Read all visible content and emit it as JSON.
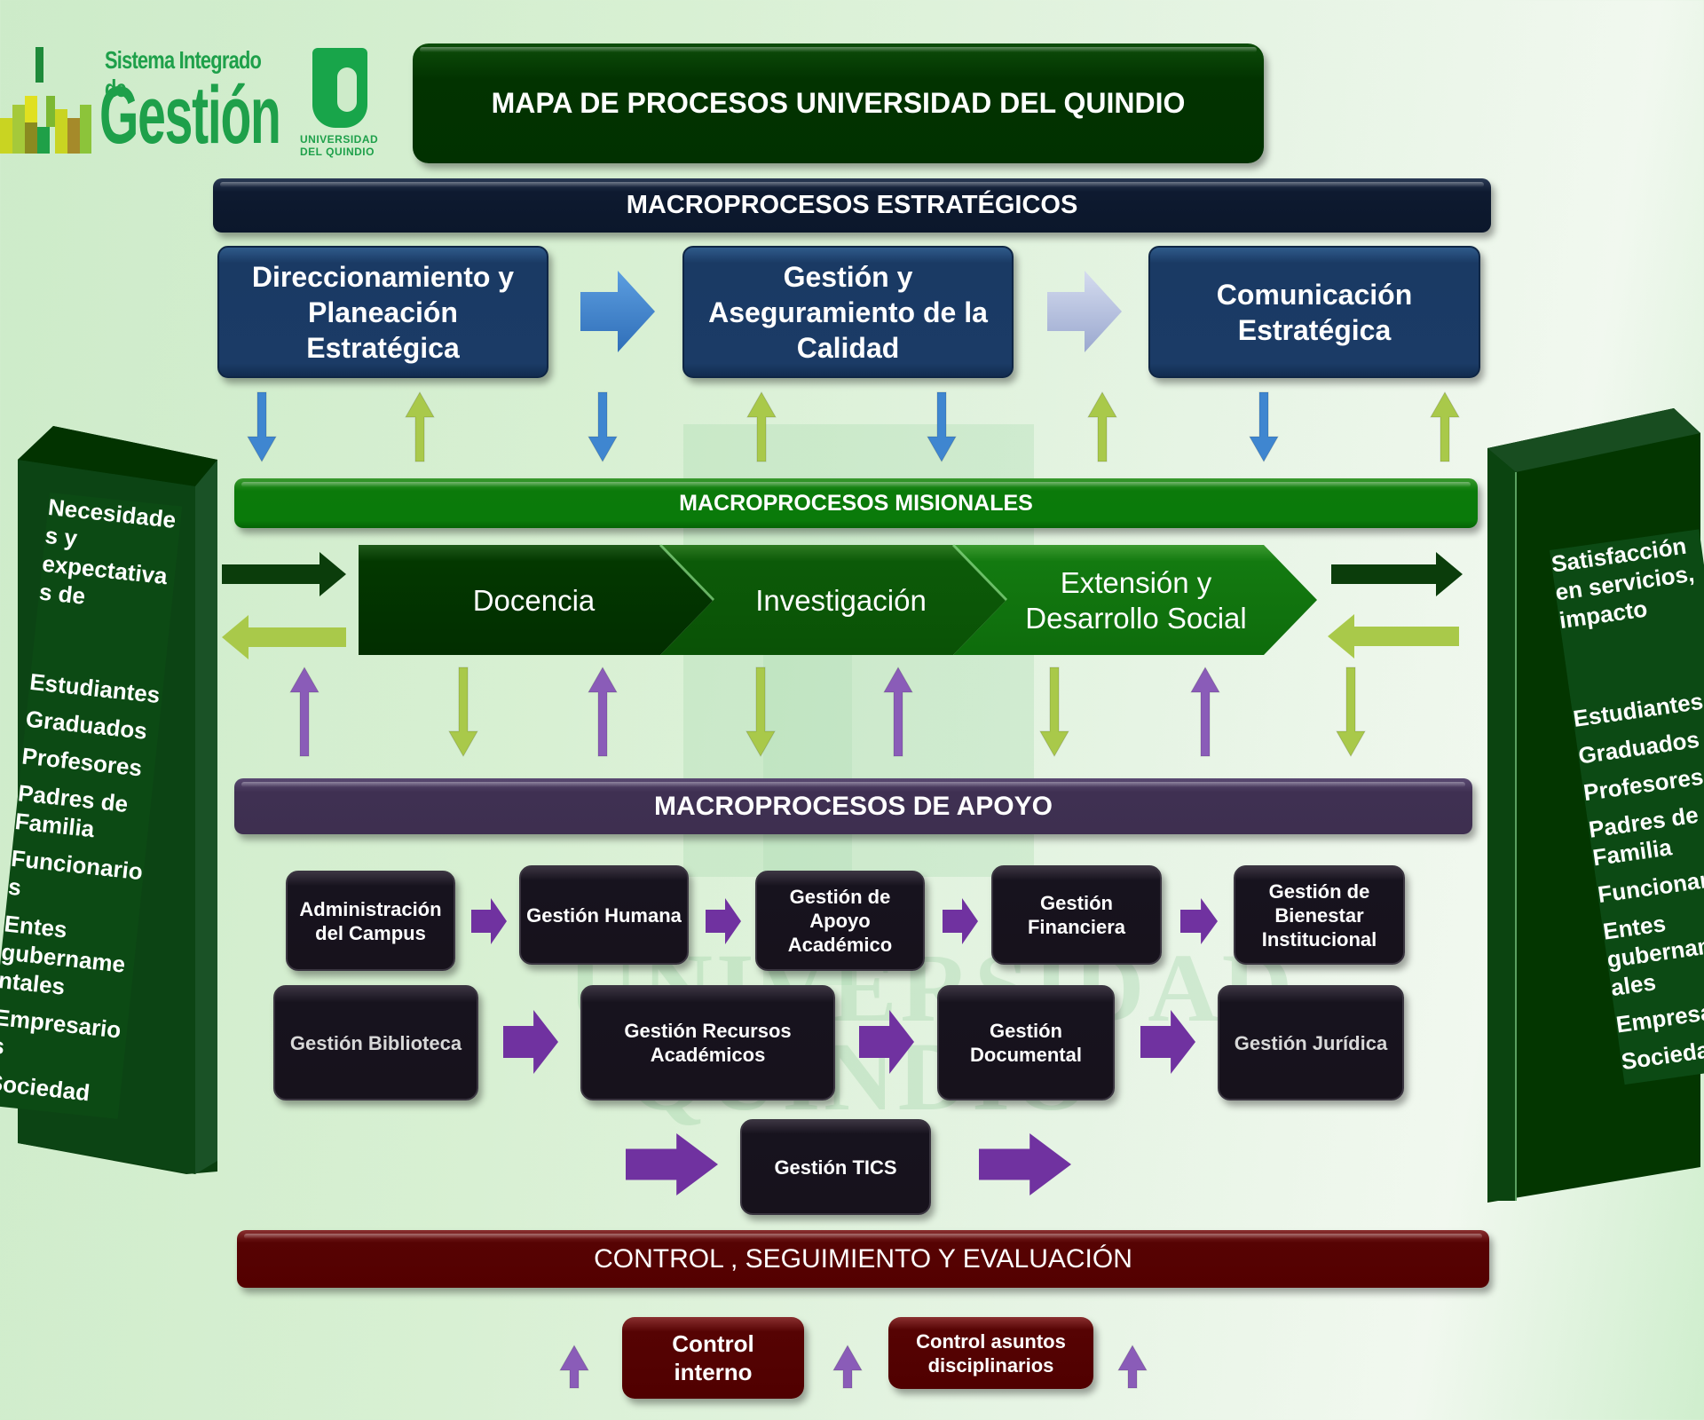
{
  "logo": {
    "line1": "Sistema Integrado de",
    "line2": "Gestión",
    "university_line1": "UNIVERSIDAD",
    "university_line2": "DEL QUINDIO"
  },
  "title": "MAPA DE PROCESOS UNIVERSIDAD DEL QUINDIO",
  "watermark": {
    "line1": "UNIVERSIDAD",
    "line2": "QUINDIO"
  },
  "strategic": {
    "header": "MACROPROCESOS ESTRATÉGICOS",
    "processes": [
      {
        "label": "Direccionamiento y Planeación  Estratégica"
      },
      {
        "label": "Gestión  y Aseguramiento de la Calidad"
      },
      {
        "label": "Comunicación Estratégica"
      }
    ],
    "flow_arrows": [
      "right-arrow",
      "right-arrow"
    ],
    "connector_arrows": [
      "down",
      "up",
      "down",
      "up",
      "down",
      "up",
      "down",
      "up"
    ]
  },
  "missional": {
    "header": "MACROPROCESOS MISIONALES",
    "processes": [
      {
        "label": "Docencia"
      },
      {
        "label": "Investigación"
      },
      {
        "label": "Extensión y Desarrollo  Social"
      }
    ],
    "connector_arrows": [
      "up",
      "down",
      "up",
      "down",
      "up",
      "down",
      "up",
      "down"
    ]
  },
  "support": {
    "header": "MACROPROCESOS  DE APOYO",
    "row1": [
      {
        "label": "Administración del Campus"
      },
      {
        "label": "Gestión Humana"
      },
      {
        "label": "Gestión de Apoyo Académico"
      },
      {
        "label": "Gestión Financiera"
      },
      {
        "label": "Gestión  de Bienestar Institucional"
      }
    ],
    "row2": [
      {
        "label": "Gestión Biblioteca"
      },
      {
        "label": "Gestión Recursos Académicos"
      },
      {
        "label": "Gestión Documental"
      },
      {
        "label": "Gestión Jurídica"
      }
    ],
    "row3": [
      {
        "label": "Gestión TICS"
      }
    ]
  },
  "control": {
    "header": "CONTROL , SEGUIMIENTO Y EVALUACIÓN",
    "processes": [
      {
        "label": "Control interno"
      },
      {
        "label": "Control asuntos disciplinarios"
      }
    ]
  },
  "left_panel": {
    "heading": "Necesidades y expectativas de",
    "stakeholders": [
      "Estudiantes",
      "Graduados",
      "Profesores",
      "Padres de Familia",
      "Funcionarios",
      "Entes gubernamentales",
      "Empresarios",
      "Sociedad"
    ]
  },
  "right_panel": {
    "heading": "Satisfacción en servicios, impacto",
    "stakeholders": [
      "Estudiantes",
      "Graduados",
      "Profesores",
      "Padres de Familia",
      "Funcionarios",
      "Entes gubernamentales",
      "Empresarios",
      "Sociedad"
    ]
  },
  "colors": {
    "title_green": "#023300",
    "strategic_navy": "#0e1a30",
    "strategic_box_blue": "#1b3b66",
    "missional_green": "#0a7a0a",
    "support_purple": "#3f3052",
    "support_box": "#17121c",
    "control_red": "#560303",
    "arrow_blue": "#3f86d0",
    "arrow_lime": "#a9c94a",
    "arrow_purple": "#8a5cb8",
    "flow_purple": "#7032a0",
    "panel_green": "#0c4a14"
  }
}
